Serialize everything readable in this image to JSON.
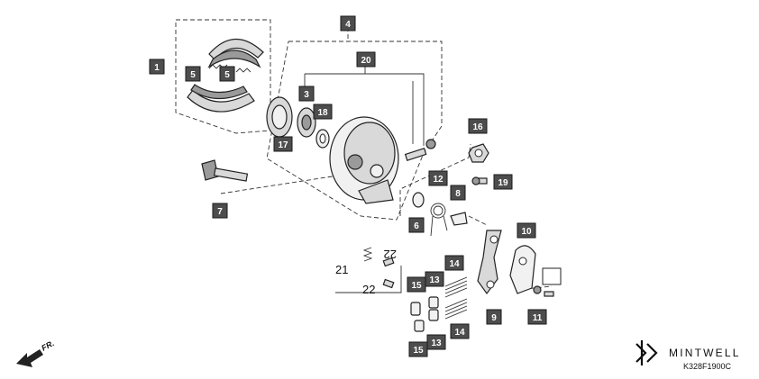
{
  "callouts": {
    "c1": "1",
    "c3": "3",
    "c4": "4",
    "c5a": "5",
    "c5b": "5",
    "c6": "6",
    "c7": "7",
    "c8": "8",
    "c9": "9",
    "c10": "10",
    "c11": "11",
    "c12": "12",
    "c13a": "13",
    "c13b": "13",
    "c15a": "15",
    "c15b": "15",
    "c14a": "14",
    "c14b": "14",
    "c16": "16",
    "c17": "17",
    "c18": "18",
    "c19": "19",
    "c20": "20"
  },
  "plain_labels": {
    "p21": "21",
    "p22a": "22",
    "p22b": "22"
  },
  "direction_label": "FR.",
  "brand": {
    "name": "MINTWELL",
    "code": "K328F1900C"
  }
}
